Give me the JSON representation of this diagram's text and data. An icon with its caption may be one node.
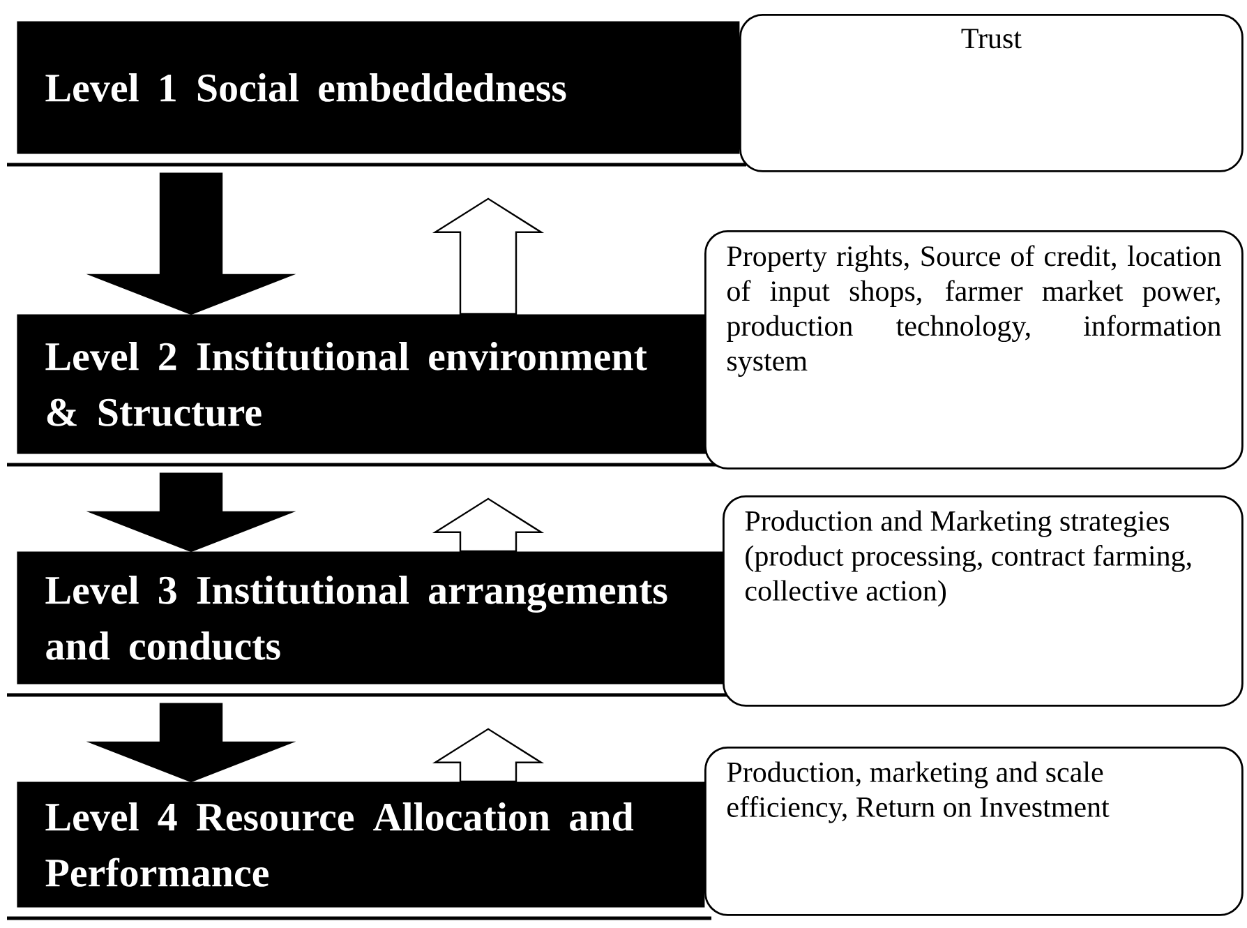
{
  "diagram": {
    "nodes": [
      {
        "text": [
          "Level 1 Social embeddedness"
        ]
      },
      {
        "text": [
          "Trust"
        ]
      },
      {
        "text": [
          "Level 2 Institutional environment & Structure"
        ]
      },
      {
        "text": [
          "Property rights, Source of credit, location of input shops, farmer market power, production technology, information system"
        ]
      },
      {
        "text": [
          "Level 3 Institutional arrangements and conducts"
        ]
      },
      {
        "text": [
          "Production and Marketing strategies (product processing, contract farming, collective action)"
        ]
      },
      {
        "text": [
          "Level 4 Resource Allocation and Performance"
        ]
      },
      {
        "text": [
          "Production, marketing and scale efficiency, Return on Investment"
        ]
      }
    ],
    "edges": [
      {
        "from": 0,
        "to": 2,
        "arrow": "to",
        "style": "thick"
      },
      {
        "from": 2,
        "to": 0,
        "arrow": "to"
      },
      {
        "from": 2,
        "to": 4,
        "arrow": "to",
        "style": "thick"
      },
      {
        "from": 4,
        "to": 2,
        "arrow": "to"
      },
      {
        "from": 4,
        "to": 6,
        "arrow": "to",
        "style": "thick"
      },
      {
        "from": 6,
        "to": 4,
        "arrow": "to"
      }
    ]
  }
}
